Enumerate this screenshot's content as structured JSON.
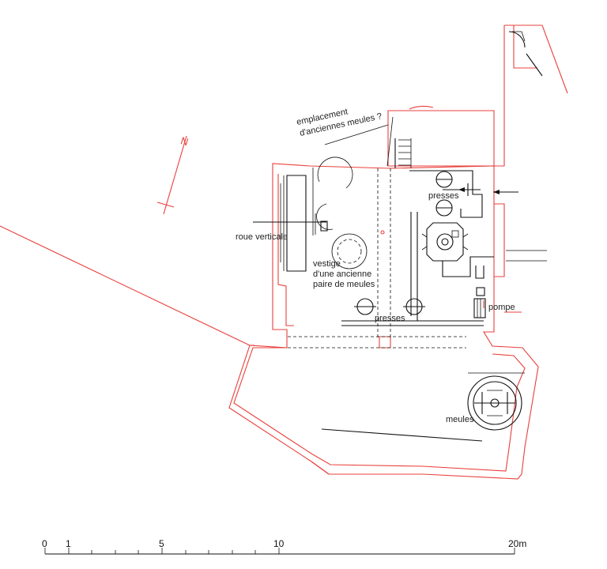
{
  "north_marker": "N",
  "labels": {
    "emplacement_line1": "emplacement",
    "emplacement_line2": "d'anciennes meules ?",
    "presses_top": "presses",
    "roue": "roue verticale",
    "vestige_line1": "vestige",
    "vestige_line2": "d'une ancienne",
    "vestige_line3": "paire de meules",
    "presses_bottom": "presses",
    "pompe": "pompe",
    "meules": "meules"
  },
  "scale_bar": {
    "ticks": [
      "0",
      "1",
      "5",
      "10",
      "20m"
    ]
  },
  "colors": {
    "walls": "#e8403c",
    "equipment": "#111111"
  }
}
